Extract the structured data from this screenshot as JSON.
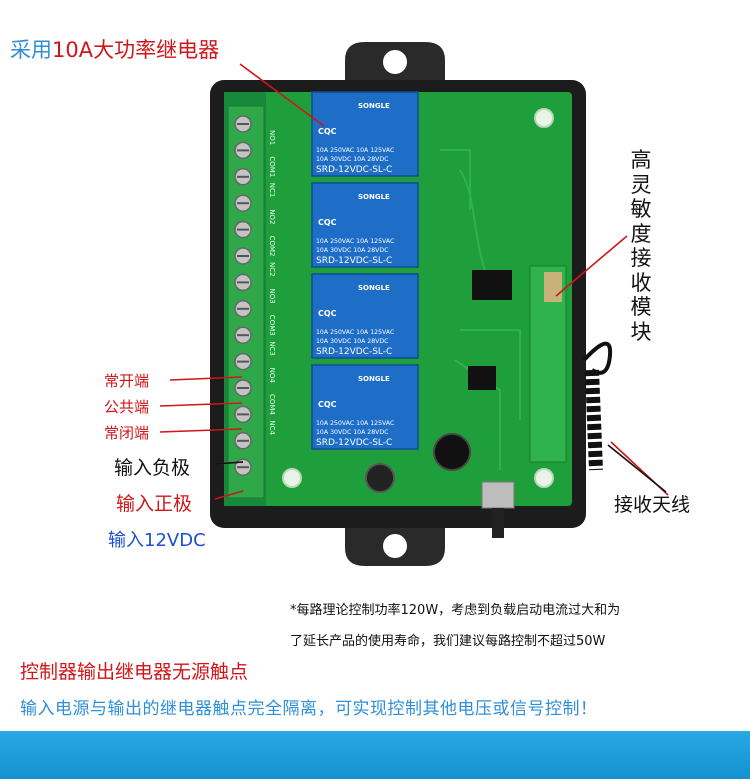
{
  "labels": {
    "relay_prefix": "采用",
    "relay_amp": "10A",
    "relay_suffix": "大功率继电器",
    "receiver_module": "高灵敏度接收模块",
    "normally_open": "常开端",
    "common": "公共端",
    "normally_closed": "常闭端",
    "input_negative": "输入负极",
    "input_positive": "输入正极",
    "input_voltage": "输入12VDC",
    "antenna": "接收天线"
  },
  "notes": {
    "line1": "*每路理论控制功率120W，考虑到负载启动电流过大和为",
    "line2": "了延长产品的使用寿命，我们建议每路控制不超过50W"
  },
  "headline": {
    "passive_contact": "控制器输出继电器无源触点",
    "isolation": "输入电源与输出的继电器触点完全隔离，可实现控制其他电压或信号控制！"
  },
  "relay": {
    "brand": "SONGLE",
    "cert": "CQC",
    "spec_line1": "10A 250VAC   10A 125VAC",
    "spec_line2": "10A 30VDC   10A 28VDC",
    "model": "SRD-12VDC-SL-C"
  },
  "terminals": [
    "NO1",
    "COM1",
    "NC1",
    "NO2",
    "COM2",
    "NC2",
    "NO3",
    "COM3",
    "NC3",
    "NO4",
    "COM4",
    "NC4"
  ],
  "colors": {
    "board_green": "#1f9e3c",
    "relay_blue": "#1e6ec8",
    "label_red": "#d0161a",
    "label_blue": "#2f8fd8",
    "case_black": "#1c1c1c"
  }
}
